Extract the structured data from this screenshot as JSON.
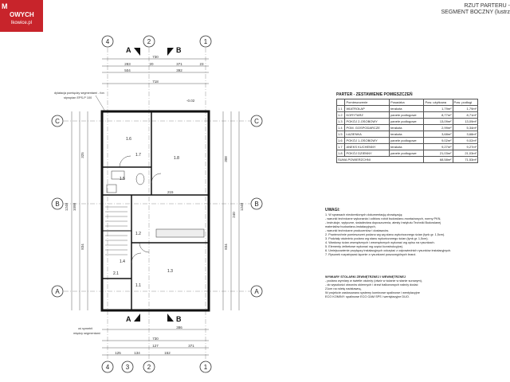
{
  "logo": {
    "line1": "M",
    "line2": "OWYCH",
    "line3": "lkowice.pl"
  },
  "title": {
    "line1": "RZUT PARTERU -",
    "line2": "SEGMENT BOCZNY (lustrz"
  },
  "axes": {
    "n4": "4",
    "n2": "2",
    "n1": "1",
    "n3": "3",
    "c": "C",
    "b": "B",
    "a": "A",
    "sectionA": "A",
    "sectionB": "B"
  },
  "dims": {
    "top1": "730",
    "top2": "283",
    "top3": "20",
    "top4": "371",
    "top5": "23",
    "top6": "504",
    "top7": "392",
    "top8": "718",
    "bot1": "386",
    "bot2": "730",
    "bot3": "125",
    "bot4": "134",
    "bot5": "127",
    "bot6": "152",
    "bot7": "371",
    "left1": "325",
    "left2": "1098",
    "left3": "834",
    "left4": "1248",
    "right1": "308",
    "right2": "834",
    "right3": "1248",
    "right4": "240",
    "mid1": "215",
    "level1": "-0.02"
  },
  "plan_notes": {
    "n1": "dylatacja pomiędzy segmentami - fon",
    "n2": "styropian EPS-P 100",
    "n3": "oś symetrii",
    "n4": "między segmentami"
  },
  "rooms": {
    "r1": "1.6",
    "r2": "1.7",
    "r3": "1.8",
    "r4": "1.2",
    "r5": "1.3",
    "r6": "1.4",
    "r7": "1.5",
    "r8": "2.1",
    "r9": "1.1"
  },
  "table": {
    "caption": "PARTER - ZESTAWIENIE POMIESZCZEŃ",
    "headers": [
      "",
      "Pomieszczenie",
      "Posadzka",
      "Pow. użytkowa",
      "Pow. podłogi"
    ],
    "rows": [
      [
        "1.1",
        "WIATROŁAP",
        "terakota",
        "1,79m²",
        "1,79m²"
      ],
      [
        "1.2",
        "KORYTARZ",
        "panele podłogowe",
        "8,77m²",
        "8,71m²"
      ],
      [
        "1.3",
        "POKÓJ 2-OSOBOWY",
        "panele podłogowe",
        "13,09m²",
        "13,09m²"
      ],
      [
        "1.4",
        "POM. GOSPODARCZE",
        "terakota",
        "2,99m²",
        "5,34m²"
      ],
      [
        "1.5",
        "ŁAZIENKA",
        "terakota",
        "3,68m²",
        "3,68m²"
      ],
      [
        "1.6",
        "POKÓJ 1-OSOBOWY",
        "panele podłogowe",
        "9,02m²",
        "9,02m²"
      ],
      [
        "1.7",
        "ANEKS KUCHENNY",
        "terakota",
        "9,27m²",
        "9,27m²"
      ],
      [
        "1.8",
        "POKÓJ DZIENNY",
        "panele podłogowe",
        "21,03m²",
        "21,03m²"
      ]
    ],
    "sum_label": "SUMA POWIERZCHNI",
    "sum_use": "68,58m²",
    "sum_floor": "71,53m²"
  },
  "notes": {
    "heading": "UWAGI:",
    "lines": [
      "1. W sprawach nieokreślonych dokumentacją obowiązują:",
      "  - warunki techniczne wykonania i odbioru robót budowlano-montażowych, normy PKN,",
      "  - instrukcje, wytyczne, świadectwa dopuszczenia, atesty Instytutu Techniki Budowlanej",
      "    materiałów budowlano-instalacyjnych,",
      "  - warunki techniczne producentów i dostawców.",
      "2. Powierzchnie pomieszczeń podano wg wg stanu wykończonego ścian (tynk gr. 1,5cm).",
      "3. Podziały ościeżnic podano wg stanu wykończonego ścian (tynk gr. 1,5cm).",
      "4. Wardowy ścian zewnętrznych i wewnętrznych wykonać wg opisu na rysunkach.",
      "5. Elementy żelbetowe wykonać wg części konstrukcyjnej.",
      "6. Umiejscowienie przyłączy instalacyjnych odczytać z odpowiednich rysunków instalacyjnych.",
      "7. Rysunek rozpatrywać łącznie z rysunkami poszczególnych branż."
    ]
  },
  "windows": {
    "heading": "WYMIARY STOLARKI ZEWNĘTRZNEJ I WEWNĘTRZNEJ",
    "lines": [
      "- podano wymiary w świetle ościeży (otwór w ścianie w stanie surowym),",
      "- do wysokości otworów okiennych i drzwi balkonowych należy dodać",
      "  21cm na roletę nadstawną,",
      "W projekcie zastosowano systemy kominowe spalinowe i wentylacyjne",
      "ECO KOMINY: spalinowe ECO GAM SPS i wentylacyjne DUO."
    ]
  }
}
